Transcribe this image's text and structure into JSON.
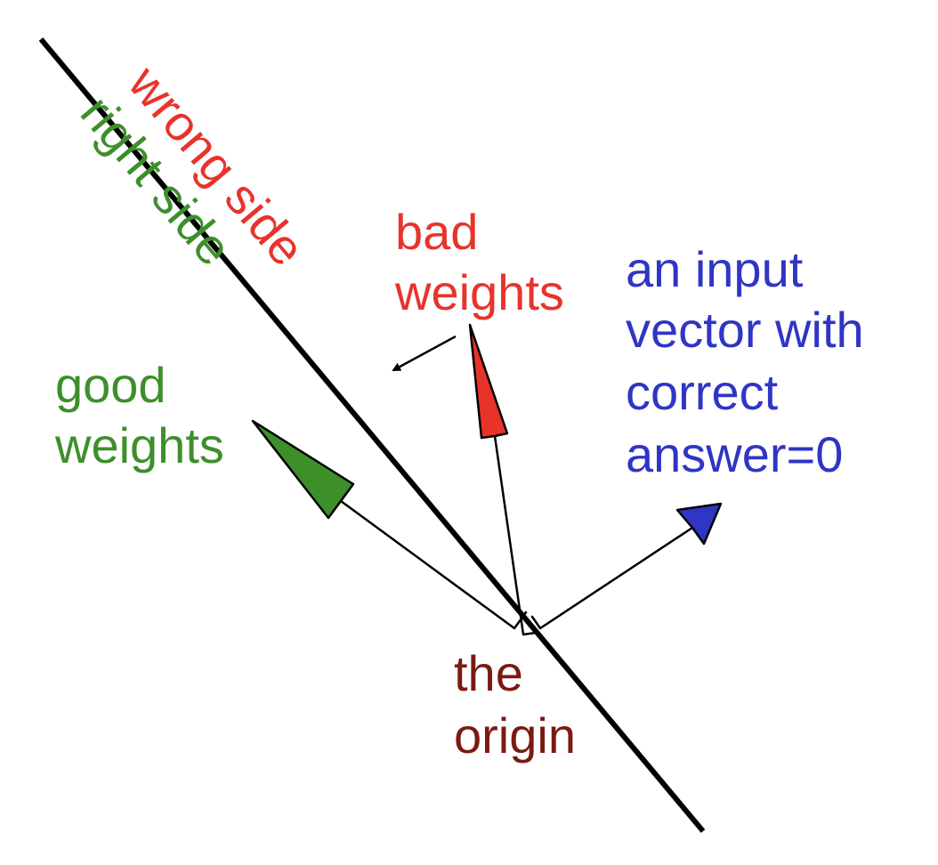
{
  "labels": {
    "wrong_side": "wrong side",
    "right_side": "right side",
    "bad_weights": [
      "bad",
      "weights"
    ],
    "good_weights": [
      "good",
      "weights"
    ],
    "input_vector": [
      "an input",
      "vector with",
      "correct",
      "answer=0"
    ],
    "origin": [
      "the",
      "origin"
    ]
  },
  "colors": {
    "wrong_side": "#e8332b",
    "right_side": "#3d8f2a",
    "bad_weights": "#e8332b",
    "good_weights": "#3d8f2a",
    "input_vector": "#2f35c4",
    "origin": "#7a1a12",
    "line": "#000000"
  }
}
